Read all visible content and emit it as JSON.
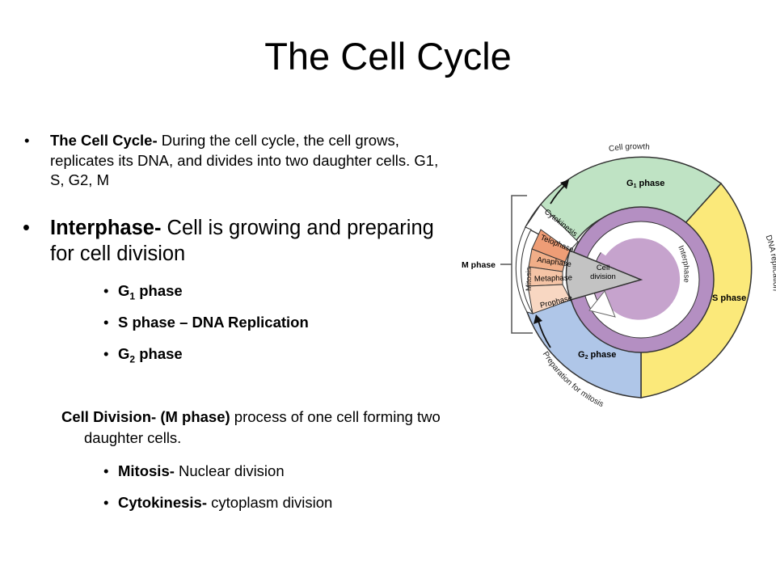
{
  "slide": {
    "title": "The Cell Cycle"
  },
  "bullets": {
    "cell_cycle_term": "The Cell Cycle-",
    "cell_cycle_text": " During the cell cycle, the cell grows, replicates its DNA, and divides into two daughter cells. G1, S, G2, M",
    "interphase_term": "Interphase-",
    "interphase_text": " Cell is growing and preparing for cell division",
    "g1_main": "G",
    "g1_sub": "1",
    "g1_rest": " phase",
    "s_phase": "S phase – DNA Replication",
    "g2_main": "G",
    "g2_sub": "2",
    "g2_rest": " phase",
    "cell_division_term": "Cell Division- (M phase)",
    "cell_division_text": " process of one cell forming two daughter cells.",
    "mitosis_term": "Mitosis-",
    "mitosis_text": " Nuclear division",
    "cytokinesis_term": "Cytokinesis-",
    "cytokinesis_text": " cytoplasm division"
  },
  "diagram": {
    "cell_growth": "Cell growth",
    "g1": "G",
    "g1_sub": "1",
    "g1_rest": " phase",
    "s": "S phase",
    "g2": "G",
    "g2_sub": "2",
    "g2_rest": " phase",
    "dna_replication": "DNA replication",
    "preparation": "Preparation for mitosis",
    "interphase": "Interphase",
    "cell_division_1": "Cell",
    "cell_division_2": "division",
    "m_phase": "M phase",
    "mitosis": "Mitosis",
    "cytokinesis": "Cytokinesis",
    "telophase": "Telophase",
    "anaphase": "Anaphase",
    "metaphase": "Metaphase",
    "prophase": "Prophase",
    "colors": {
      "g1": "#bfe3c4",
      "s": "#fbe97a",
      "g2": "#afc6e8",
      "interphase_ring": "#b48fc2",
      "inner_disk": "#c6a3cd",
      "cell_division": "#c3c3c3",
      "telophase": "#ee9d76",
      "anaphase": "#f1ae88",
      "metaphase": "#f5c4a6",
      "prophase": "#f8d7c2",
      "cytokinesis": "#ffffff"
    }
  }
}
